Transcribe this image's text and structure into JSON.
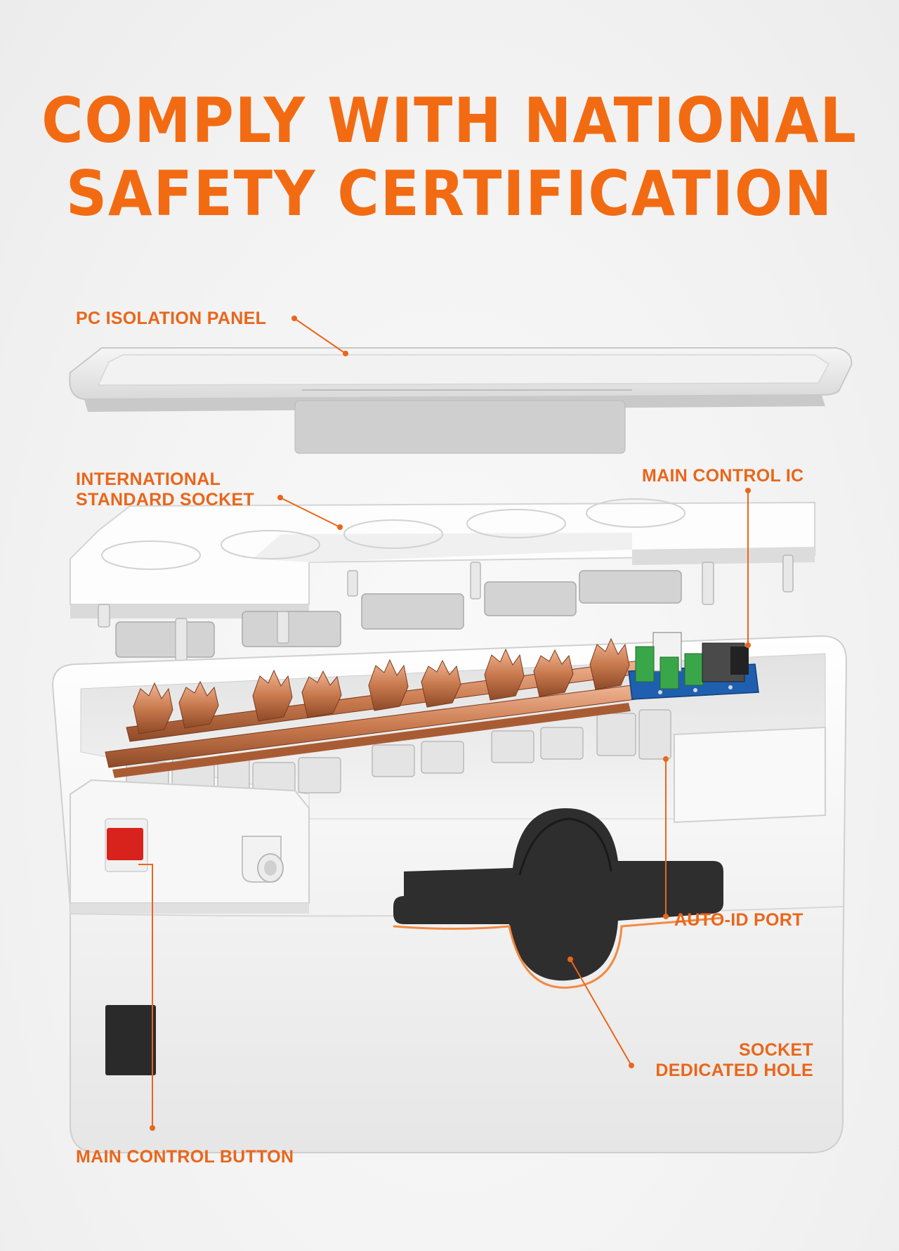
{
  "headline": {
    "line1": "COMPLY WITH NATIONAL",
    "line2": "SAFETY CERTIFICATION"
  },
  "callouts": {
    "pc_isolation_panel": "PC ISOLATION PANEL",
    "international_standard_socket_line1": "INTERNATIONAL",
    "international_standard_socket_line2": "STANDARD SOCKET",
    "main_control_ic": "MAIN CONTROL IC",
    "auto_id_port": "AUTO-ID PORT",
    "socket_dedicated_hole_line1": "SOCKET",
    "socket_dedicated_hole_line2": "DEDICATED HOLE",
    "main_control_button": "MAIN CONTROL BUTTON"
  },
  "colors": {
    "accent": "#f26b12",
    "copper": "#c97a4e",
    "switch_red": "#d8231c",
    "pcb_blue": "#1f5fb0"
  }
}
